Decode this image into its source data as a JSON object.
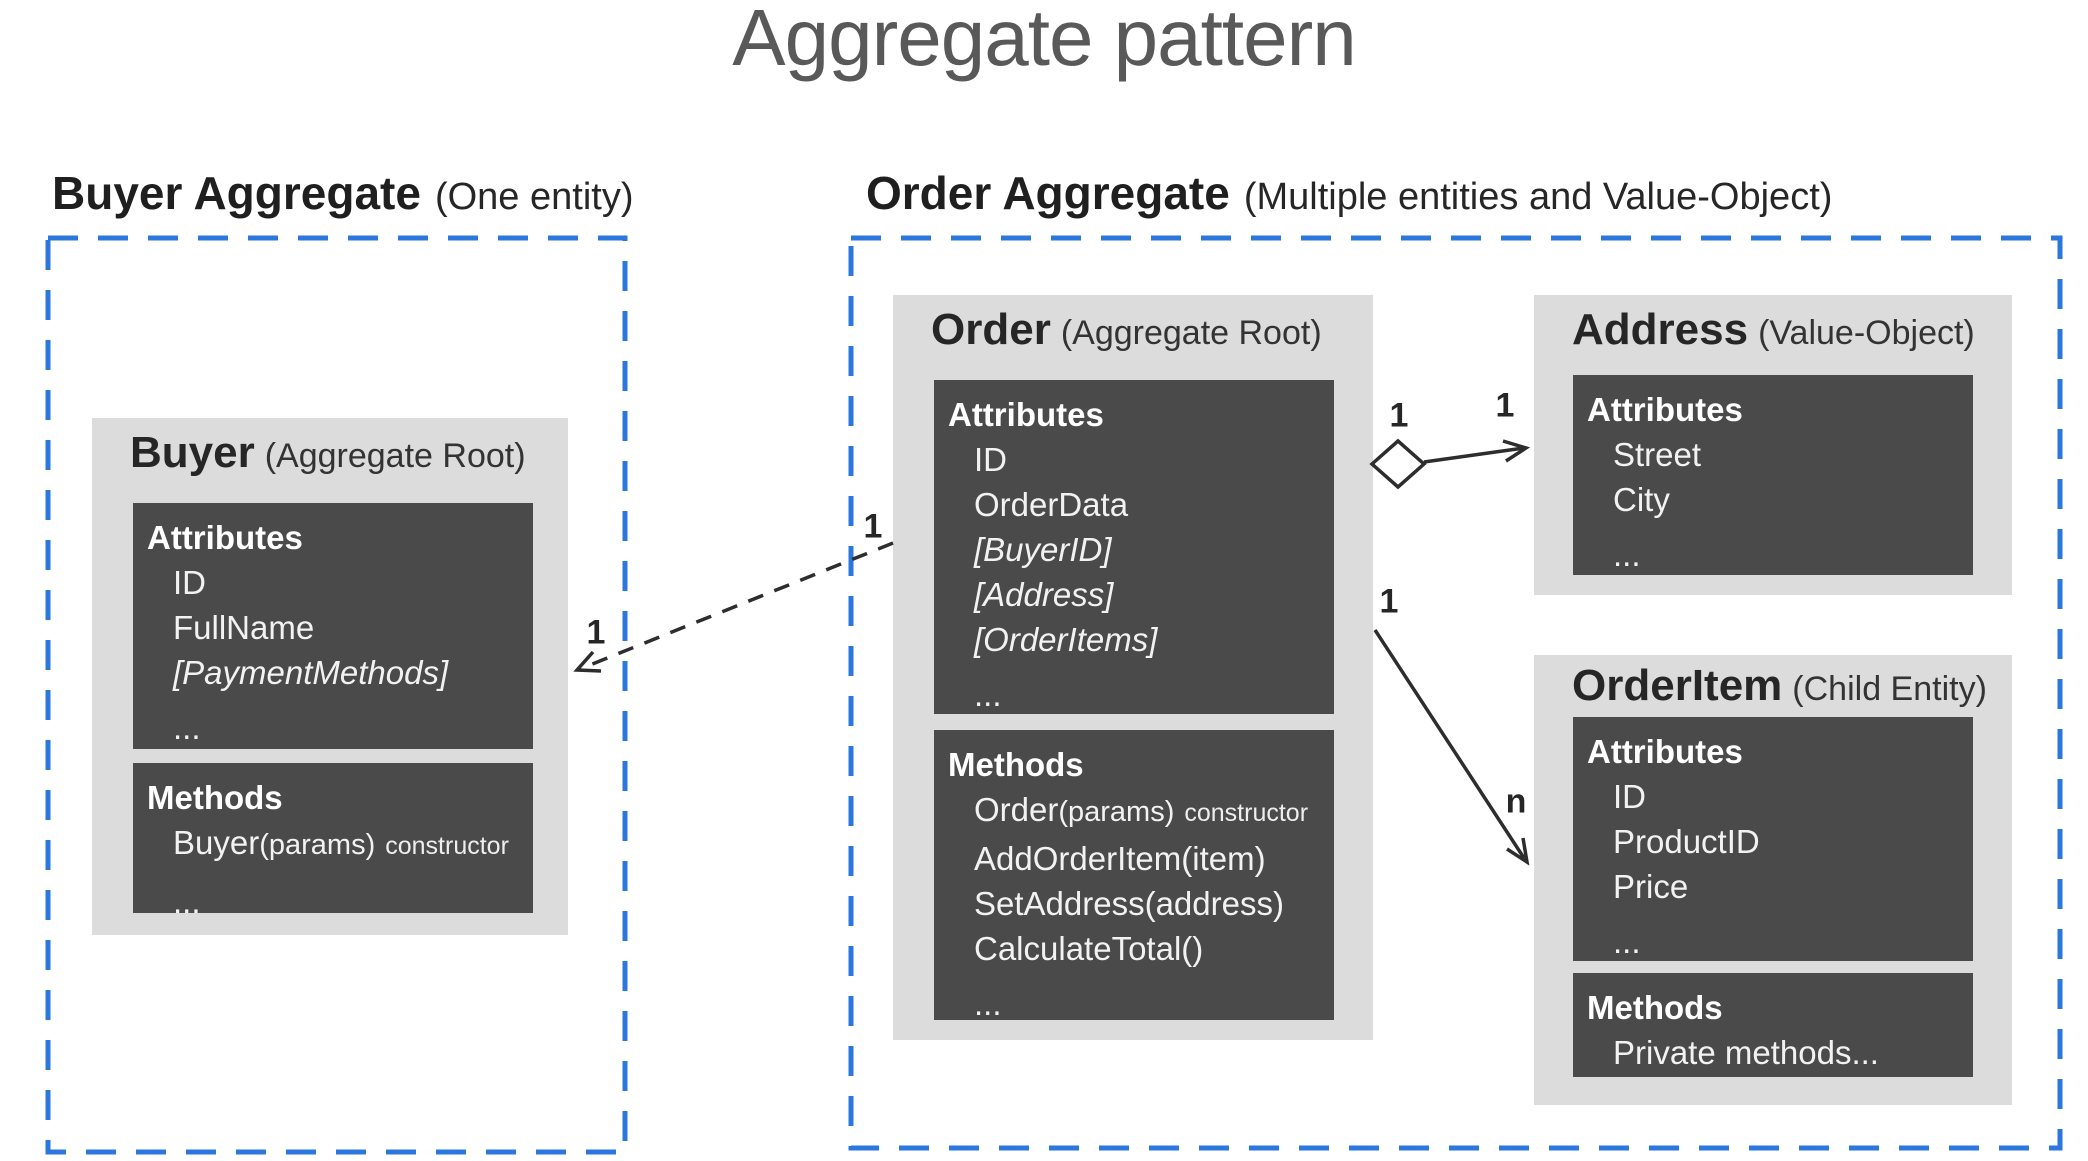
{
  "title": "Aggregate pattern",
  "groups": {
    "buyer": {
      "name": "Buyer Aggregate",
      "qualifier": "(One entity)"
    },
    "order": {
      "name": "Order Aggregate",
      "qualifier": "(Multiple entities and Value-Object)"
    }
  },
  "entities": {
    "buyer": {
      "name": "Buyer",
      "stereotype": "(Aggregate Root)",
      "attributes_label": "Attributes",
      "attributes": [
        {
          "text": "ID"
        },
        {
          "text": "FullName"
        },
        {
          "text": "[PaymentMethods]"
        },
        {
          "text": "..."
        }
      ],
      "methods_label": "Methods",
      "methods": [
        {
          "main": "Buyer",
          "params": "(params)",
          "note": "constructor"
        },
        {
          "main": "..."
        }
      ]
    },
    "order": {
      "name": "Order",
      "stereotype": "(Aggregate Root)",
      "attributes_label": "Attributes",
      "attributes": [
        {
          "text": "ID"
        },
        {
          "text": "OrderData"
        },
        {
          "text": "[BuyerID]"
        },
        {
          "text": "[Address]"
        },
        {
          "text": "[OrderItems]"
        },
        {
          "text": "..."
        }
      ],
      "methods_label": "Methods",
      "methods": [
        {
          "main": "Order",
          "params": "(params)",
          "note": "constructor"
        },
        {
          "main": "AddOrderItem(item)"
        },
        {
          "main": "SetAddress(address)"
        },
        {
          "main": "CalculateTotal()"
        },
        {
          "main": "..."
        }
      ]
    },
    "address": {
      "name": "Address",
      "stereotype": "(Value-Object)",
      "attributes_label": "Attributes",
      "attributes": [
        {
          "text": "Street"
        },
        {
          "text": "City"
        },
        {
          "text": "..."
        }
      ]
    },
    "orderitem": {
      "name": "OrderItem",
      "stereotype": "(Child Entity)",
      "attributes_label": "Attributes",
      "attributes": [
        {
          "text": "ID"
        },
        {
          "text": "ProductID"
        },
        {
          "text": "Price"
        },
        {
          "text": "..."
        }
      ],
      "methods_label": "Methods",
      "methods": [
        {
          "main": "Private methods..."
        }
      ]
    }
  },
  "connectors": {
    "order_to_buyer": {
      "from_label": "1",
      "to_label": "1",
      "style": "dashed-arrow"
    },
    "order_to_address": {
      "from_label": "1",
      "to_label": "1",
      "style": "aggregation-diamond-arrow"
    },
    "order_to_orderitem": {
      "from_label": "1",
      "to_label": "n",
      "style": "solid-arrow"
    }
  },
  "colors": {
    "boundary_blue": "#2b77dd",
    "card_bg": "#dcdcdc",
    "member_box_bg": "#4a4a4a",
    "title_gray": "#595959",
    "ink": "#262626"
  }
}
